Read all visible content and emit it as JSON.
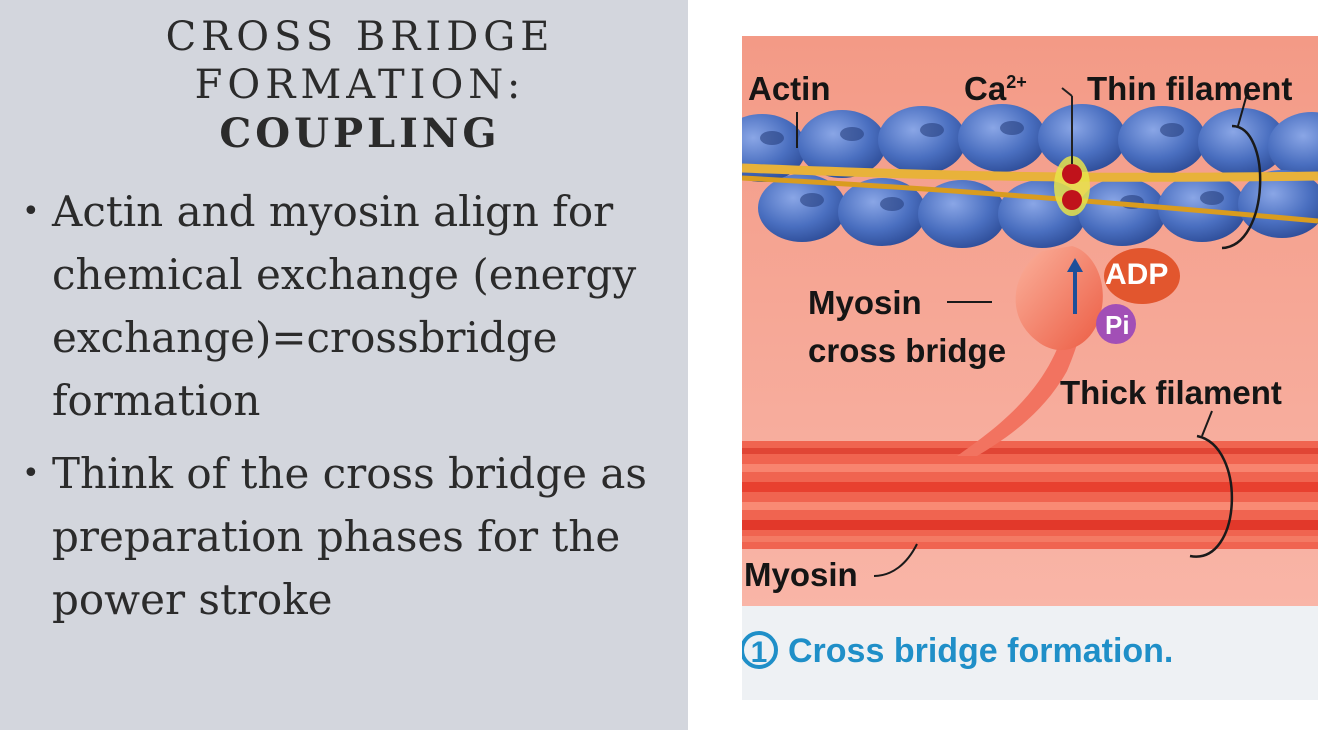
{
  "slide": {
    "title_line1": "CROSS BRIDGE",
    "title_line2": "FORMATION:",
    "title_line3": "COUPLING",
    "bullets": [
      "Actin and myosin align for chemical exchange (energy exchange)=crossbridge formation",
      " Think of the cross bridge as preparation phases for the power stroke"
    ],
    "bullet_glyph": "•"
  },
  "figure": {
    "labels": {
      "actin": "Actin",
      "ca_base": "Ca",
      "ca_sup": "2+",
      "thin_filament": "Thin filament",
      "adp": "ADP",
      "pi": "Pi",
      "myosin_cross_bridge_line1": "Myosin",
      "myosin_cross_bridge_line2": "cross bridge",
      "thick_filament": "Thick filament",
      "myosin": "Myosin"
    },
    "caption_number": "1",
    "caption_text": "Cross bridge formation.",
    "colors": {
      "background": "#f5a08f",
      "actin_bead": "#4a6fc0",
      "tropomyosin": "#e8b23a",
      "calcium": "#c0121b",
      "myosin": "#f06a55",
      "thick_filament": "#ee4b3a",
      "adp": "#e2562e",
      "pi": "#a24fb6",
      "caption": "#1f8fc8"
    }
  }
}
